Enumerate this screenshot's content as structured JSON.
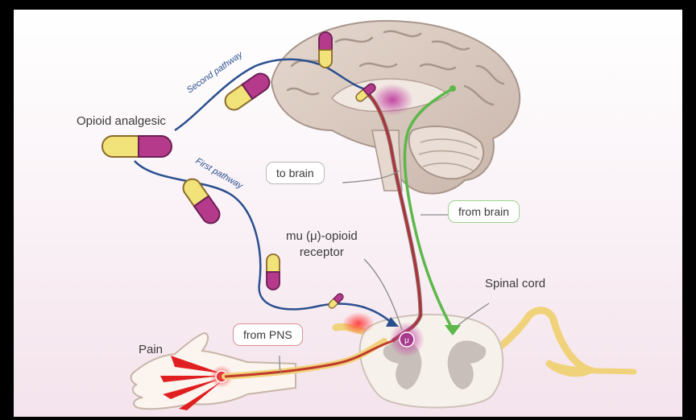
{
  "labels": {
    "opioid_analgesic": "Opioid analgesic",
    "second_pathway": "Second pathway",
    "first_pathway": "First pathway",
    "to_brain": "to brain",
    "from_brain": "from brain",
    "mu_receptor_line1": "mu (μ)-opioid",
    "mu_receptor_line2": "receptor",
    "spinal_cord": "Spinal cord",
    "from_pns": "from PNS",
    "pain": "Pain",
    "mu_symbol": "μ"
  },
  "colors": {
    "capsule_yellow": "#f2e27a",
    "capsule_magenta": "#b53a8c",
    "pathway_blue": "#2a4f8f",
    "ascending_red": "#b0303a",
    "descending_green": "#5cb84a",
    "nerve_yellow": "#f3dc8a",
    "brain": "#d8c8bf"
  }
}
